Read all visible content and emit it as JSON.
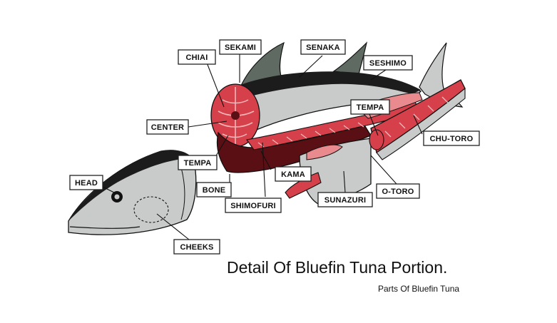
{
  "title": "Detail Of Bluefin Tuna Portion.",
  "subtitle": "Parts Of Bluefin Tuna",
  "labels": {
    "chiai": "CHIAI",
    "sekami": "SEKAMI",
    "senaka": "SENAKA",
    "seshimo": "SESHIMO",
    "center": "CENTER",
    "tempa_upper": "TEMPA",
    "tempa_lower": "TEMPA",
    "chu_toro": "CHU-TORO",
    "head": "HEAD",
    "kama": "KAMA",
    "bone": "BONE",
    "o_toro": "O-TORO",
    "sunazuri": "SUNAZURI",
    "shimofuri": "SHIMOFURI",
    "cheeks": "CHEEKS"
  },
  "colors": {
    "flesh": "#d6404a",
    "flesh_light": "#e98a8e",
    "dark_meat": "#5a0f14",
    "skin_silver": "#c9cbca",
    "skin_dark": "#1c1c1c",
    "fin": "#5f6b62"
  }
}
